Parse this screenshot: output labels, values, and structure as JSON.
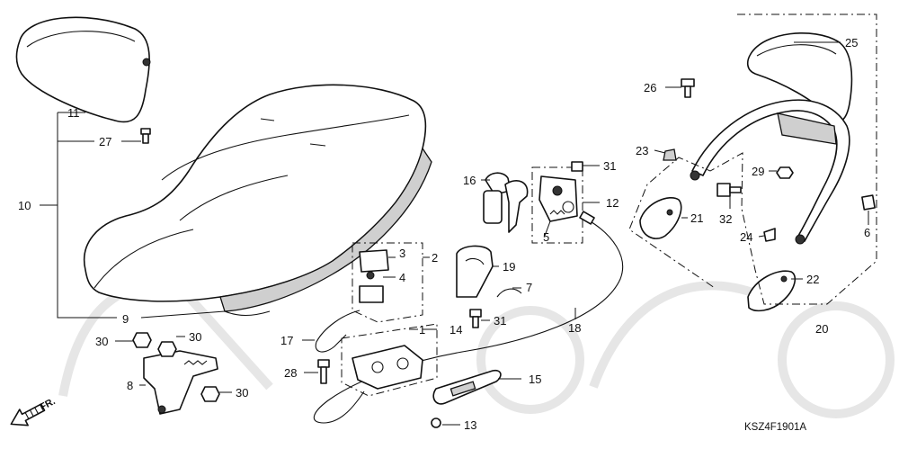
{
  "diagram": {
    "callouts": {
      "c1": "1",
      "c2": "2",
      "c3": "3",
      "c4": "4",
      "c5": "5",
      "c6": "6",
      "c7": "7",
      "c8": "8",
      "c9": "9",
      "c10": "10",
      "c11": "11",
      "c12": "12",
      "c13": "13",
      "c14": "14",
      "c15": "15",
      "c16": "16",
      "c17": "17",
      "c18": "18",
      "c19": "19",
      "c20": "20",
      "c21": "21",
      "c22": "22",
      "c23": "23",
      "c24": "24",
      "c25": "25",
      "c26": "26",
      "c27": "27",
      "c28": "28",
      "c29": "29",
      "c30a": "30",
      "c30b": "30",
      "c30c": "30",
      "c31a": "31",
      "c31b": "31",
      "c32": "32"
    },
    "direction_label": "FR.",
    "reference_code": "KSZ4F1901A"
  }
}
